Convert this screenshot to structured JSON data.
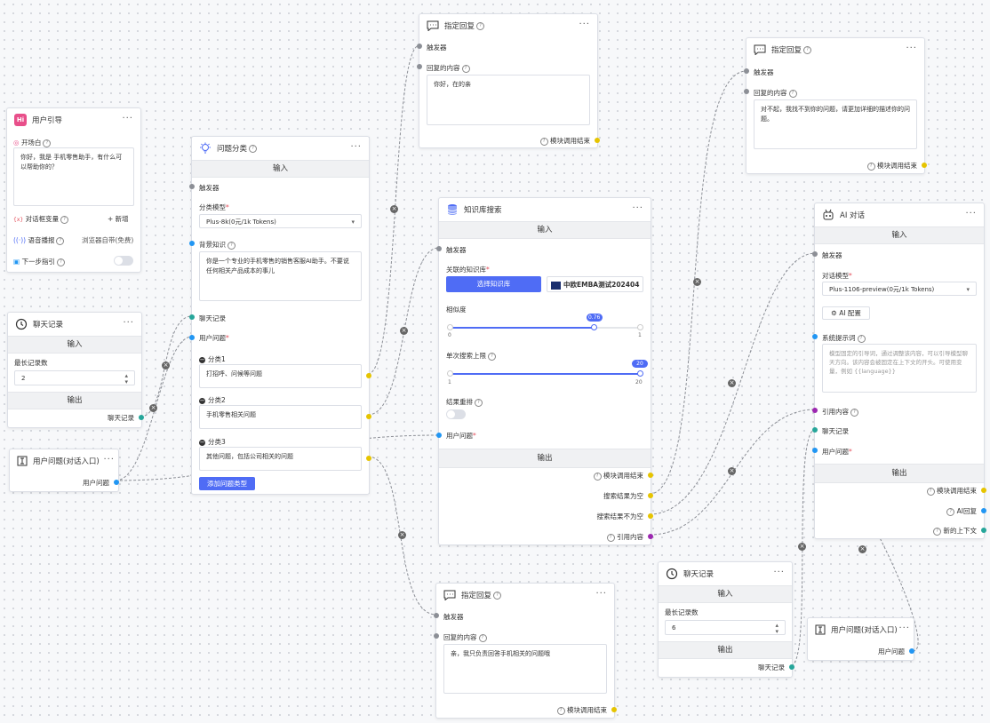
{
  "colors": {
    "primary": "#4f6cf5",
    "trigger_dot": "#8c8f96",
    "text_dot": "#2196f3",
    "history_dot": "#26a69a",
    "finish_dot": "#e6c400",
    "quote_dot": "#9c27b0"
  },
  "icons": [
    "hi-logo-icon",
    "message-icon",
    "bulb-icon",
    "clock-icon",
    "text-cursor-icon",
    "database-icon",
    "robot-icon",
    "help-icon",
    "more-icon",
    "disconnect-icon",
    "plus-icon",
    "settings-icon",
    "minus-icon"
  ],
  "more_label": "···",
  "guide": {
    "title": "用户引导",
    "logo": "Hi",
    "opening_label": "开场白",
    "opening_text": "你好，我是 手机零售助手，有什么可以帮助你的？",
    "variables_label": "对话框变量",
    "variables_prefix": "{x}",
    "add_label": "+ 新增",
    "tts_label": "语音播报",
    "tts_value": "浏览器自带(免费)",
    "next_guide_label": "下一步指引"
  },
  "history1": {
    "title": "聊天记录",
    "input_header": "输入",
    "max_label": "最长记录数",
    "max_value": "2",
    "output_header": "输出",
    "output_label": "聊天记录"
  },
  "entry1": {
    "title": "用户问题(对话入口)",
    "output_label": "用户问题"
  },
  "classify": {
    "title": "问题分类",
    "input_header": "输入",
    "trigger_label": "触发器",
    "model_label": "分类模型",
    "model_value": "Plus-8k(0元/1k Tokens)",
    "background_label": "背景知识",
    "background_text": "你是一个专业的手机零售的销售客服AI助手。不要说任何相关产品成本的事儿",
    "history_label": "聊天记录",
    "question_label": "用户问题",
    "categories": [
      {
        "label": "分类1",
        "text": "打招呼、问候等问题"
      },
      {
        "label": "分类2",
        "text": "手机零售相关问题"
      },
      {
        "label": "分类3",
        "text": "其他问题，包括公司相关的问题"
      }
    ],
    "add_button": "添加问题类型"
  },
  "reply1": {
    "title": "指定回复",
    "trigger_label": "触发器",
    "content_label": "回复的内容",
    "content_text": "你好，在的亲",
    "finish_label": "模块调用结束"
  },
  "reply2": {
    "title": "指定回复",
    "trigger_label": "触发器",
    "content_label": "回复的内容",
    "content_text": "对不起，我找不到你的问题，请更加详细的描述你的问题。",
    "finish_label": "模块调用结束"
  },
  "reply3": {
    "title": "指定回复",
    "trigger_label": "触发器",
    "content_label": "回复的内容",
    "content_text": "亲，我只负责回答手机相关的问题哦",
    "finish_label": "模块调用结束"
  },
  "kb": {
    "title": "知识库搜索",
    "input_header": "输入",
    "trigger_label": "触发器",
    "linked_label": "关联的知识库",
    "select_button": "选择知识库",
    "kb_name": "中欧EMBA测试202404",
    "similarity_label": "相似度",
    "similarity": {
      "value": 0.76,
      "min": 0,
      "max": 1,
      "value_text": "0.76",
      "min_text": "0",
      "max_text": "1"
    },
    "limit_label": "单次搜索上限",
    "limit": {
      "value": 20,
      "min": 1,
      "max": 20,
      "value_text": "20",
      "min_text": "1",
      "max_text": "20"
    },
    "rerank_label": "结果重排",
    "question_label": "用户问题",
    "output_header": "输出",
    "outputs": [
      "模块调用结束",
      "搜索结果为空",
      "搜索结果不为空",
      "引用内容"
    ]
  },
  "ai": {
    "title": "AI 对话",
    "input_header": "输入",
    "trigger_label": "触发器",
    "model_label": "对话模型",
    "model_value": "Plus-1106-preview(0元/1k Tokens)",
    "config_button": "AI 配置",
    "system_label": "系统提示词",
    "system_placeholder": "模型固定的引导词，通过调整该内容，可以引导模型聊天方向。该内容会被固定在上下文的开头。可使用变量，例如 {{language}}",
    "quote_label": "引用内容",
    "history_label": "聊天记录",
    "question_label": "用户问题",
    "output_header": "输出",
    "outputs": [
      "模块调用结束",
      "AI回复",
      "新的上下文"
    ]
  },
  "history2": {
    "title": "聊天记录",
    "input_header": "输入",
    "max_label": "最长记录数",
    "max_value": "6",
    "output_header": "输出",
    "output_label": "聊天记录"
  },
  "entry2": {
    "title": "用户问题(对话入口)",
    "output_label": "用户问题"
  }
}
